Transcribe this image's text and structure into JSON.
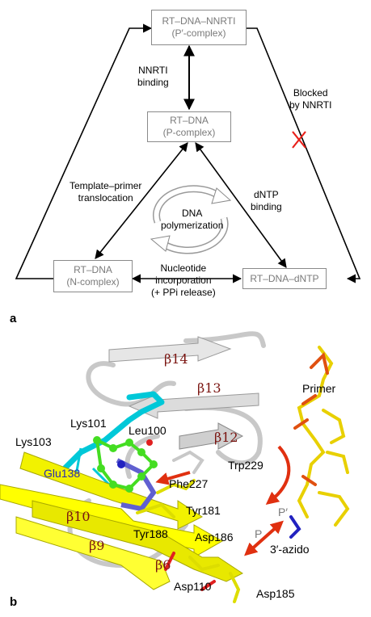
{
  "panel_a": {
    "label": "a",
    "boxes": {
      "p_prime_complex": {
        "line1": "RT–DNA–NNRTI",
        "line2": "(P′-complex)"
      },
      "p_complex": {
        "line1": "RT–DNA",
        "line2": "(P-complex)"
      },
      "n_complex": {
        "line1": "RT–DNA",
        "line2": "(N-complex)"
      },
      "dntp_complex": {
        "line1": "RT–DNA–dNTP"
      }
    },
    "edge_labels": {
      "nnrti_binding": {
        "line1": "NNRTI",
        "line2": "binding"
      },
      "blocked": {
        "line1": "Blocked",
        "line2": "by NNRTI"
      },
      "translocation": {
        "line1": "Template–primer",
        "line2": "translocation"
      },
      "dntp_binding": {
        "line1": "dNTP",
        "line2": "binding"
      },
      "cycle": {
        "line1": "DNA",
        "line2": "polymerization"
      },
      "incorporation": {
        "line1": "Nucleotide",
        "line2": "incorporation",
        "line3": "(+ PPi release)"
      }
    },
    "colors": {
      "box_text": "#7a7a7a",
      "blocked_mark": "#e8201a"
    }
  },
  "panel_b": {
    "label": "b",
    "residues": {
      "lys103": "Lys103",
      "lys101": "Lys101",
      "leu100": "Leu100",
      "glu138": "Glu138",
      "trp229": "Trp229",
      "phe227": "Phe227",
      "tyr181": "Tyr181",
      "tyr188": "Tyr188",
      "asp186": "Asp186",
      "asp110": "Asp110",
      "asp185": "Asp185"
    },
    "strands": {
      "b14": "β14",
      "b13": "β13",
      "b12": "β12",
      "b10": "β10",
      "b9": "β9",
      "b6": "β6"
    },
    "labels": {
      "primer": "Primer",
      "p_prime": "P′",
      "p": "P",
      "azido": "3′-azido"
    },
    "colors": {
      "sheet": "#ffff00",
      "loop": "#d0d0d0",
      "helix": "#00c8d8",
      "ligand": "#44dd22",
      "arrow": "#e03010",
      "glu138": "#2a2ab0"
    }
  }
}
